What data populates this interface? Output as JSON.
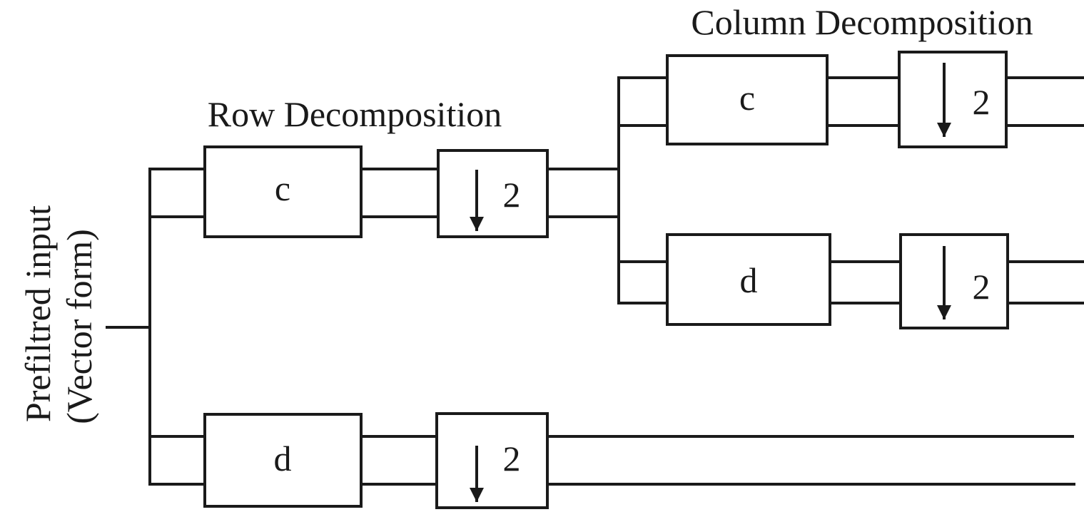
{
  "input_label": {
    "line1": "Prefiltred input",
    "line2": "(Vector form)"
  },
  "row_decomposition": {
    "title": "Row Decomposition",
    "filter_c": "c",
    "filter_d": "d",
    "downsample_c": "2",
    "downsample_d": "2"
  },
  "column_decomposition": {
    "title": "Column Decomposition",
    "filter_c": "c",
    "filter_d": "d",
    "downsample_c": "2",
    "downsample_d": "2"
  }
}
